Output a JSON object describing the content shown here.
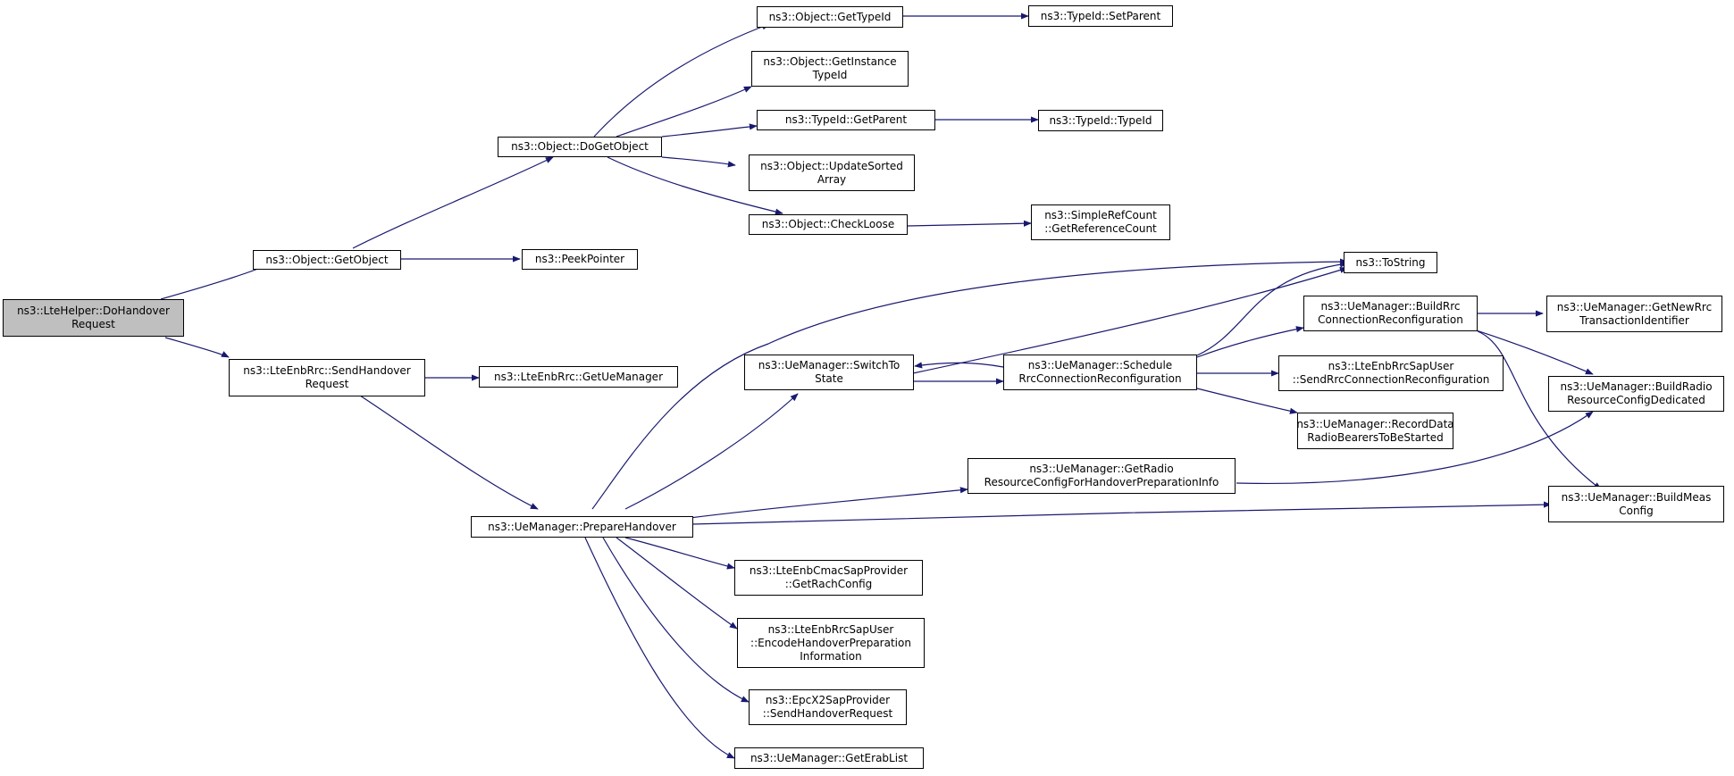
{
  "colors": {
    "edge": "#191970",
    "node_border": "#000000",
    "root_fill": "#bfbfbf",
    "node_fill": "#ffffff"
  },
  "nodes": {
    "do_handover_request": [
      "ns3::LteHelper::DoHandover",
      "Request"
    ],
    "get_object": [
      "ns3::Object::GetObject"
    ],
    "send_handover_request": [
      "ns3::LteEnbRrc::SendHandover",
      "Request"
    ],
    "do_get_object": [
      "ns3::Object::DoGetObject"
    ],
    "peek_pointer": [
      "ns3::PeekPointer"
    ],
    "get_type_id": [
      "ns3::Object::GetTypeId"
    ],
    "get_instance_type_id": [
      "ns3::Object::GetInstance",
      "TypeId"
    ],
    "typeid_get_parent": [
      "ns3::TypeId::GetParent"
    ],
    "update_sorted_array": [
      "ns3::Object::UpdateSorted",
      "Array"
    ],
    "check_loose": [
      "ns3::Object::CheckLoose"
    ],
    "typeid_set_parent": [
      "ns3::TypeId::SetParent"
    ],
    "typeid_typeid": [
      "ns3::TypeId::TypeId"
    ],
    "get_reference_count": [
      "ns3::SimpleRefCount",
      "::GetReferenceCount"
    ],
    "get_ue_manager": [
      "ns3::LteEnbRrc::GetUeManager"
    ],
    "prepare_handover": [
      "ns3::UeManager::PrepareHandover"
    ],
    "to_string": [
      "ns3::ToString"
    ],
    "switch_to_state": [
      "ns3::UeManager::SwitchTo",
      "State"
    ],
    "schedule_rrc": [
      "ns3::UeManager::Schedule",
      "RrcConnectionReconfiguration"
    ],
    "build_rrc": [
      "ns3::UeManager::BuildRrc",
      "ConnectionReconfiguration"
    ],
    "send_rrc_reconf": [
      "ns3::LteEnbRrcSapUser",
      "::SendRrcConnectionReconfiguration"
    ],
    "record_data_radio": [
      "ns3::UeManager::RecordData",
      "RadioBearersToBeStarted"
    ],
    "get_new_rrc": [
      "ns3::UeManager::GetNewRrc",
      "TransactionIdentifier"
    ],
    "build_radio_resource": [
      "ns3::UeManager::BuildRadio",
      "ResourceConfigDedicated"
    ],
    "build_meas_config": [
      "ns3::UeManager::BuildMeas",
      "Config"
    ],
    "get_radio_resource_ho": [
      "ns3::UeManager::GetRadio",
      "ResourceConfigForHandoverPreparationInfo"
    ],
    "get_rach_config": [
      "ns3::LteEnbCmacSapProvider",
      "::GetRachConfig"
    ],
    "encode_ho_prep": [
      "ns3::LteEnbRrcSapUser",
      "::EncodeHandoverPreparation",
      "Information"
    ],
    "x2_send_ho_request": [
      "ns3::EpcX2SapProvider",
      "::SendHandoverRequest"
    ],
    "get_erab_list": [
      "ns3::UeManager::GetErabList"
    ]
  }
}
